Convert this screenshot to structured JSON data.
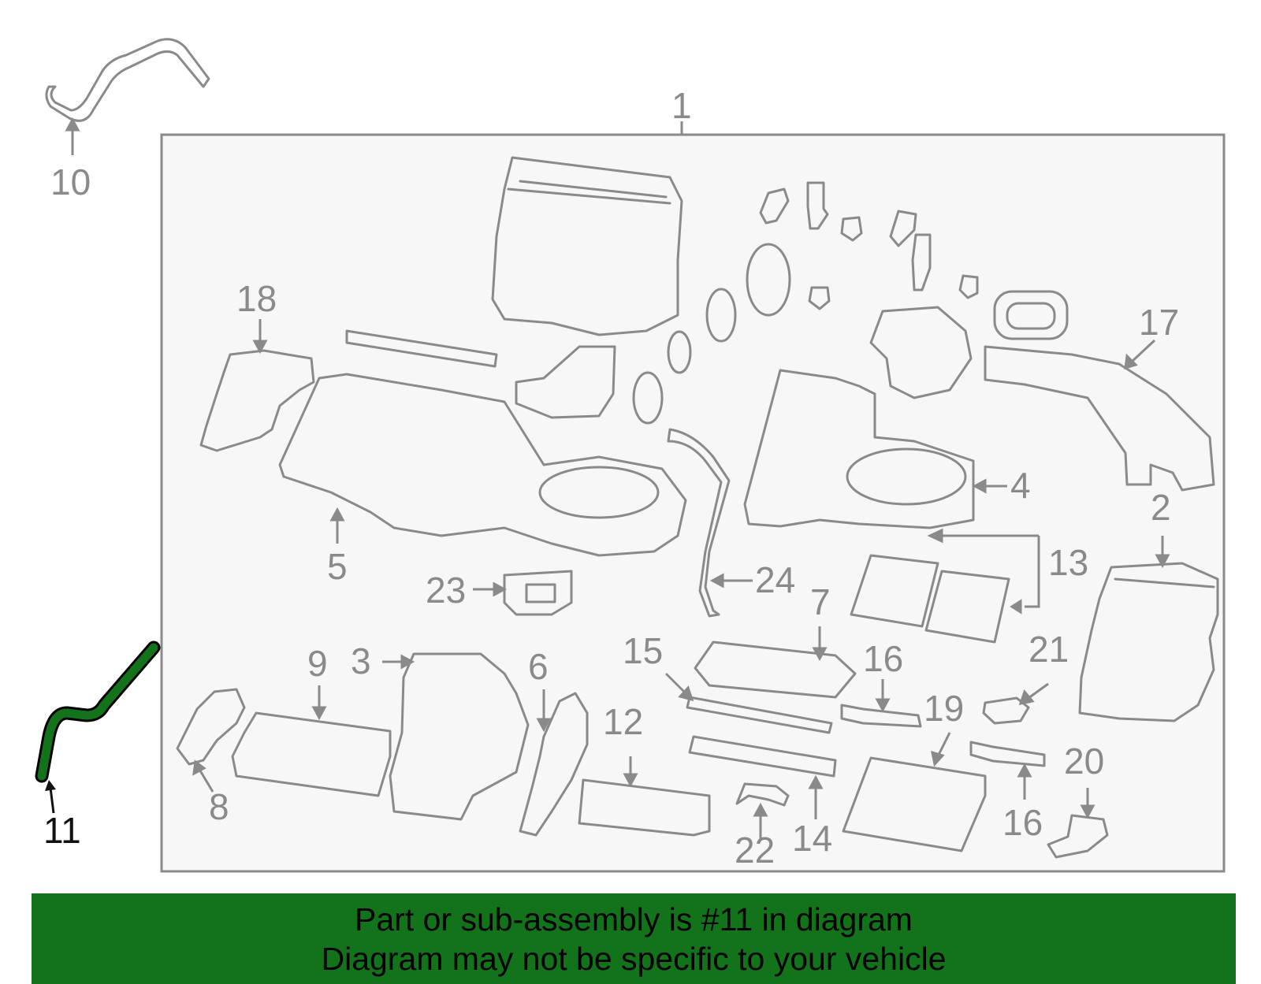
{
  "diagram": {
    "callouts": {
      "c1": "1",
      "c2": "2",
      "c3": "3",
      "c4": "4",
      "c5": "5",
      "c6": "6",
      "c7": "7",
      "c8": "8",
      "c9": "9",
      "c10": "10",
      "c11": "11",
      "c12": "12",
      "c13": "13",
      "c14": "14",
      "c15": "15",
      "c16a": "16",
      "c16b": "16",
      "c17": "17",
      "c18": "18",
      "c19": "19",
      "c20": "20",
      "c21": "21",
      "c22": "22",
      "c23": "23",
      "c24": "24"
    },
    "highlighted_part": "11",
    "colors": {
      "highlight": "#12731b",
      "line_art": "#8a8a8a",
      "panel_background": "#f7f7f7",
      "banner": "#12731b"
    }
  },
  "banner": {
    "line1": "Part or sub-assembly is #11 in diagram",
    "line2": "Diagram may not be specific to your vehicle"
  }
}
